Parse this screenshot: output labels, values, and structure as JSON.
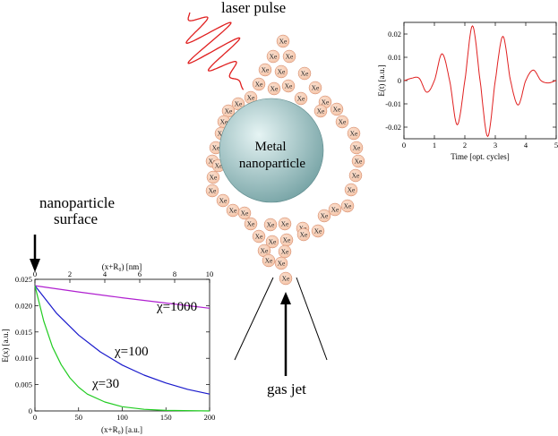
{
  "labels": {
    "laser_pulse": "laser pulse",
    "nanoparticle_line1": "Metal",
    "nanoparticle_line2": "nanoparticle",
    "surface_line1": "nanoparticle",
    "surface_line2": "surface",
    "gas_jet": "gas jet",
    "atom_symbol": "Xe"
  },
  "colors": {
    "laser": "#e02020",
    "atom_fill": "#f4c4a8",
    "atom_stroke": "#d08060",
    "sphere_light": "#e6f4f4",
    "sphere_dark": "#6f9ea0",
    "chi_1000": "#b020d0",
    "chi_100": "#1a1acc",
    "chi_30": "#22cc22"
  },
  "chart_data": [
    {
      "type": "line",
      "title": "",
      "xlabel": "Time [opt. cycles]",
      "ylabel": "E(t) [a.u.]",
      "xlim": [
        0,
        5
      ],
      "ylim": [
        -0.025,
        0.025
      ],
      "xticks": [
        "0",
        "1",
        "2",
        "3",
        "4",
        "5"
      ],
      "yticks": [
        "0.02",
        "0.01",
        "0",
        "-0.01",
        "-0.02"
      ],
      "series": [
        {
          "color": "#e02020",
          "x": [
            0,
            0.25,
            0.5,
            0.75,
            1.0,
            1.25,
            1.5,
            1.75,
            2.0,
            2.25,
            2.5,
            2.75,
            3.0,
            3.25,
            3.5,
            3.75,
            4.0,
            4.25,
            4.5,
            4.75,
            5.0
          ],
          "y": [
            0,
            0.001,
            0.001,
            -0.005,
            0.0,
            0.0115,
            0.0,
            -0.019,
            0.0,
            0.0235,
            0.0,
            -0.024,
            0.0,
            0.019,
            0.0,
            -0.0105,
            0.0,
            0.0045,
            0.0,
            -0.001,
            0
          ]
        }
      ]
    },
    {
      "type": "line",
      "title": "",
      "xlabel": "(x+R₀) [a.u.]",
      "x2label": "(x+R₀) [nm]",
      "ylabel": "E(x) [a.u.]",
      "xlim": [
        0,
        200
      ],
      "x2lim": [
        0,
        10
      ],
      "ylim": [
        0,
        0.025
      ],
      "xticks": [
        "0",
        "50",
        "100",
        "150",
        "200"
      ],
      "x2ticks": [
        "0",
        "2",
        "4",
        "6",
        "8",
        "10"
      ],
      "yticks": [
        "0.025",
        "0.020",
        "0.015",
        "0.010",
        "0.005",
        "0"
      ],
      "series": [
        {
          "name": "χ=1000",
          "color": "#b020d0",
          "x": [
            0,
            50,
            100,
            150,
            200
          ],
          "y": [
            0.0238,
            0.0226,
            0.0215,
            0.0205,
            0.0195
          ]
        },
        {
          "name": "χ=100",
          "color": "#1a1acc",
          "x": [
            0,
            25,
            50,
            75,
            100,
            125,
            150,
            175,
            200
          ],
          "y": [
            0.0238,
            0.0185,
            0.0144,
            0.0112,
            0.0087,
            0.0068,
            0.0053,
            0.0041,
            0.0032
          ]
        },
        {
          "name": "χ=30",
          "color": "#22cc22",
          "x": [
            0,
            10,
            20,
            30,
            40,
            50,
            60,
            80,
            100,
            125,
            150,
            200
          ],
          "y": [
            0.0238,
            0.0171,
            0.0122,
            0.0088,
            0.0063,
            0.0045,
            0.0032,
            0.0017,
            0.0008,
            0.0003,
            0.0001,
            0.0
          ]
        }
      ]
    }
  ]
}
